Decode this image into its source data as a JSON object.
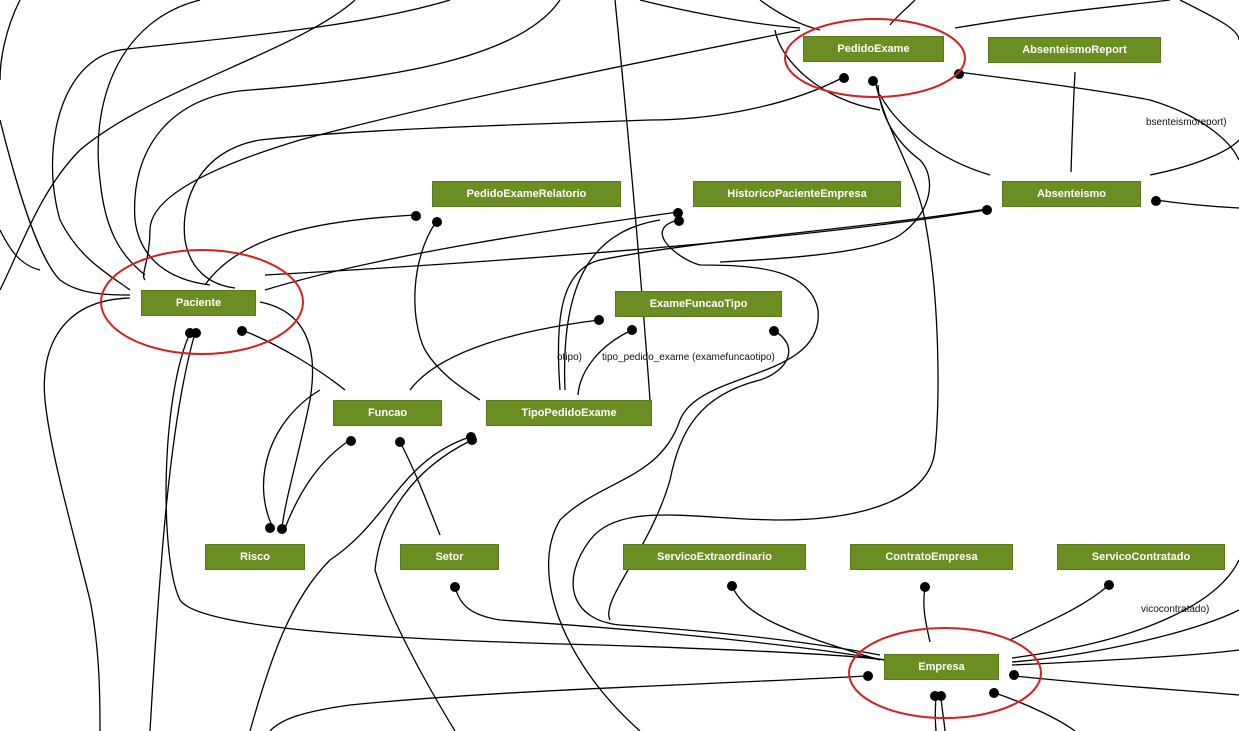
{
  "colors": {
    "entity_fill": "#6b8e23",
    "entity_text": "#ffffff",
    "edge": "#000000",
    "highlight": "#d42020"
  },
  "entities": {
    "pedido_exame": "PedidoExame",
    "absenteismo_report": "AbsenteismoReport",
    "pedido_exame_relatorio": "PedidoExameRelatorio",
    "historico_paciente_empresa": "HistoricoPacienteEmpresa",
    "absenteismo": "Absenteismo",
    "paciente": "Paciente",
    "exame_funcao_tipo": "ExameFuncaoTipo",
    "funcao": "Funcao",
    "tipo_pedido_exame": "TipoPedidoExame",
    "risco": "Risco",
    "setor": "Setor",
    "servico_extraordinario": "ServicoExtraordinario",
    "contrato_empresa": "ContratoEmpresa",
    "servico_contratado": "ServicoContratado",
    "empresa": "Empresa"
  },
  "edge_labels": {
    "absenteismoreport": "bsenteismoreport)",
    "otipo": "otipo)",
    "tipo_pedido_exame": "tipo_pedido_exame (examefuncaotipo)",
    "vicocontratado": "vicocontratado)"
  },
  "highlighted": [
    "PedidoExame",
    "Paciente",
    "Empresa"
  ]
}
